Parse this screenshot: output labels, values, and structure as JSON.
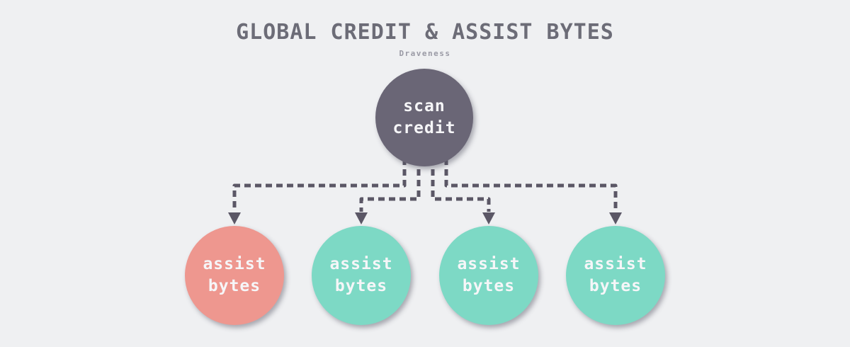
{
  "header": {
    "title": "GLOBAL CREDIT & ASSIST BYTES",
    "subtitle": "Draveness"
  },
  "colors": {
    "background": "#eff0f2",
    "title_text": "#6c6c77",
    "subtitle_text": "#9a9aa5",
    "connector": "#5b5766",
    "node_text": "#f6f6f8"
  },
  "nodes": {
    "root": {
      "line1": "scan",
      "line2": "credit",
      "fill": "#6a6676"
    },
    "children": [
      {
        "line1": "assist",
        "line2": "bytes",
        "fill": "#ee978f"
      },
      {
        "line1": "assist",
        "line2": "bytes",
        "fill": "#7dd9c5"
      },
      {
        "line1": "assist",
        "line2": "bytes",
        "fill": "#7dd9c5"
      },
      {
        "line1": "assist",
        "line2": "bytes",
        "fill": "#7dd9c5"
      }
    ]
  }
}
